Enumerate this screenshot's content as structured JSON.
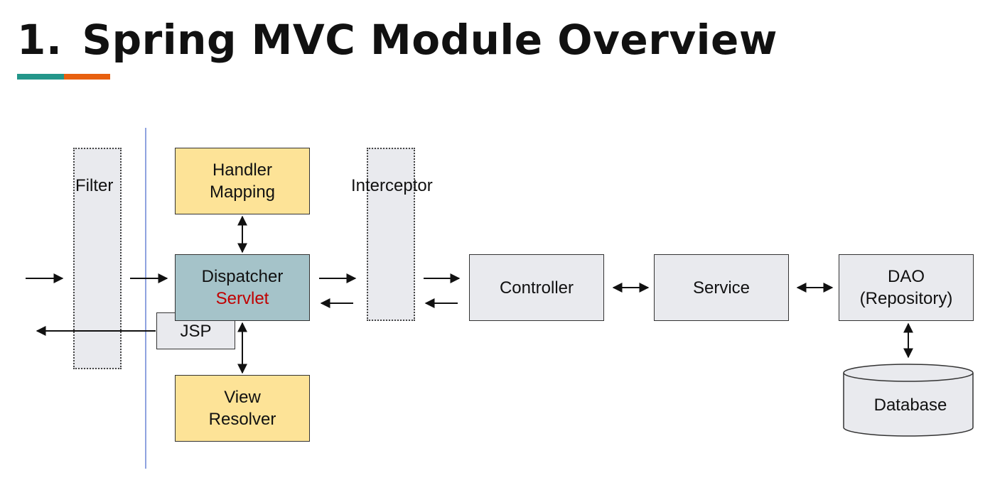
{
  "title": {
    "number": "1.",
    "text": "Spring MVC Module Overview"
  },
  "colors": {
    "accent_teal": "#23968a",
    "accent_orange": "#e8600f",
    "yellow_box": "#fde397",
    "dispatcher_box": "#a5c3c9",
    "gray_box": "#e9eaee",
    "servlet_text": "#c00000",
    "separator_line": "#8fa3e0"
  },
  "nodes": {
    "filter": {
      "label": "Filter"
    },
    "handler_mapping": {
      "line1": "Handler",
      "line2": "Mapping"
    },
    "dispatcher_servlet": {
      "line1": "Dispatcher",
      "line2": "Servlet"
    },
    "jsp": {
      "label": "JSP"
    },
    "view_resolver": {
      "line1": "View",
      "line2": "Resolver"
    },
    "interceptor": {
      "label": "Interceptor"
    },
    "controller": {
      "label": "Controller"
    },
    "service": {
      "label": "Service"
    },
    "dao": {
      "line1": "DAO",
      "line2": "(Repository)"
    },
    "database": {
      "label": "Database",
      "shape": "cylinder"
    }
  },
  "edges": [
    {
      "from": "client",
      "to": "filter",
      "direction": "right"
    },
    {
      "from": "filter",
      "to": "dispatcher_servlet",
      "direction": "right"
    },
    {
      "from": "dispatcher_servlet",
      "to": "handler_mapping",
      "direction": "both"
    },
    {
      "from": "dispatcher_servlet",
      "to": "view_resolver",
      "direction": "both"
    },
    {
      "from": "dispatcher_servlet",
      "to": "interceptor",
      "direction": "right"
    },
    {
      "from": "interceptor",
      "to": "dispatcher_servlet",
      "direction": "left"
    },
    {
      "from": "interceptor",
      "to": "controller",
      "direction": "right"
    },
    {
      "from": "controller",
      "to": "interceptor",
      "direction": "left"
    },
    {
      "from": "controller",
      "to": "service",
      "direction": "both"
    },
    {
      "from": "service",
      "to": "dao",
      "direction": "both"
    },
    {
      "from": "dao",
      "to": "database",
      "direction": "both"
    },
    {
      "from": "jsp",
      "to": "client",
      "direction": "left"
    }
  ]
}
